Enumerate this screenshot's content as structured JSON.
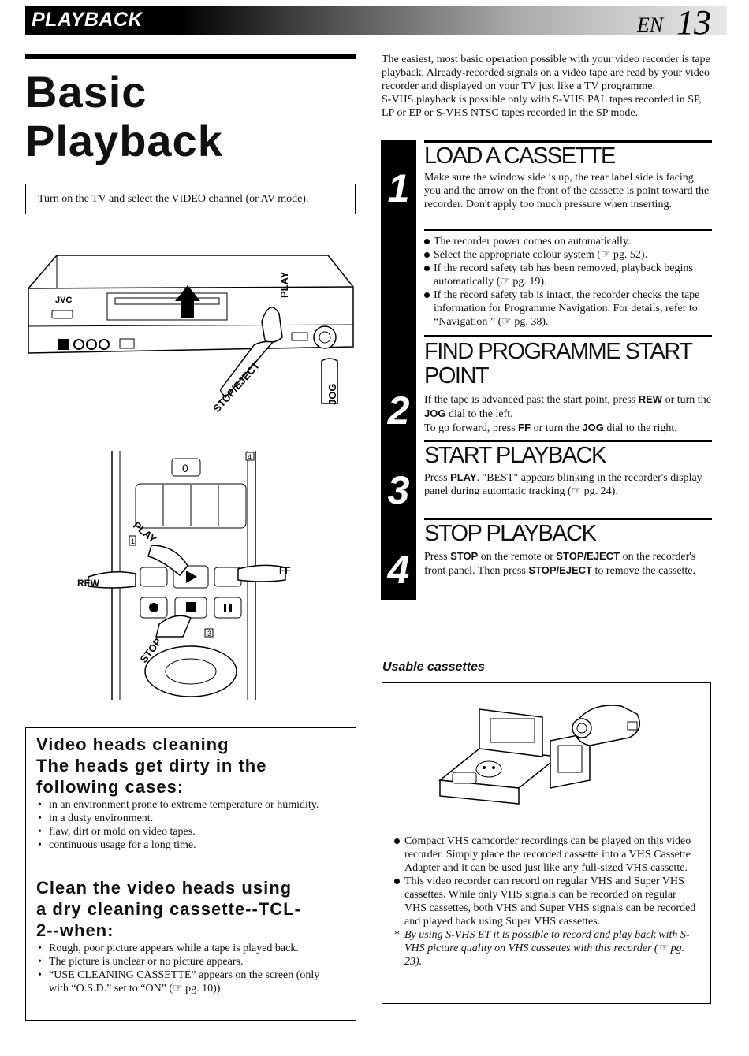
{
  "header": {
    "section": "PLAYBACK",
    "lang": "EN",
    "page_number": "13"
  },
  "title": {
    "line1": "Basic",
    "line2": "Playback"
  },
  "prep": "Turn on the TV and select the VIDEO channel (or AV mode).",
  "intro": {
    "p1": "The easiest, most basic operation possible with your video recorder is tape playback. Already-recorded signals on a video tape are read by your video recorder and displayed on your TV just like a TV programme.",
    "p2": "S-VHS playback is possible only with S-VHS PAL tapes recorded in SP, LP or EP or S-VHS NTSC tapes recorded in the SP mode."
  },
  "steps": [
    {
      "num": "1",
      "heading": "LOAD A CASSETTE",
      "text": "Make sure the window side is up, the rear label side is facing you and the arrow on the front of the cassette is point toward the recorder. Don't apply too much pressure when inserting.",
      "bullets": [
        "The recorder power comes on automatically.",
        "Select the appropriate colour system (☞ pg. 52).",
        "If the record safety tab has been removed, playback begins automatically (☞ pg. 19).",
        "If the record safety tab is intact, the recorder checks the tape information for Programme Navigation. For details, refer to “Navigation ” (☞ pg. 38)."
      ]
    },
    {
      "num": "2",
      "heading": "FIND PROGRAMME START POINT",
      "lines": {
        "a1": "If the tape is advanced past the start point, press ",
        "a_key": "REW",
        "a2": " or turn the ",
        "a_key2": "JOG",
        "a3": " dial to the left.",
        "b1": "To go forward, press ",
        "b_key": "FF",
        "b2": " or turn the ",
        "b_key2": "JOG",
        "b3": " dial to the right."
      }
    },
    {
      "num": "3",
      "heading": "START PLAYBACK",
      "lines": {
        "a1": "Press ",
        "a_key": "PLAY",
        "a2": ". \"BEST\" appears blinking in the recorder's display panel during automatic tracking (☞ pg. 24)."
      }
    },
    {
      "num": "4",
      "heading": "STOP PLAYBACK",
      "lines": {
        "a1": "Press ",
        "a_key": "STOP",
        "a2": " on the remote or ",
        "a_key2": "STOP/EJECT",
        "a3": " on the recorder's front panel. Then press ",
        "a_key3": "STOP/EJECT",
        "a4": " to remove the cassette."
      }
    }
  ],
  "usable": {
    "title": "Usable cassettes",
    "items": [
      "Compact VHS camcorder recordings can be played on this video recorder. Simply place the recorded cassette into a VHS Cassette Adapter and it can be used just like any full-sized VHS cassette.",
      "This video recorder can record on regular VHS and Super VHS cassettes. While only VHS signals can be recorded on regular VHS cassettes, both VHS and Super VHS signals can be recorded and played back using Super VHS cassettes."
    ],
    "note": "By using S-VHS ET it is possible to record and play back with S-VHS picture quality on VHS cassettes with this recorder (☞ pg. 23)."
  },
  "cleaning": {
    "heading1": [
      "Video heads cleaning",
      "The heads get dirty in the",
      "following cases:"
    ],
    "cases": [
      "in an environment prone to extreme temperature or humidity.",
      "in a dusty environment.",
      "flaw, dirt or mold on video tapes.",
      "continuous usage for a long time."
    ],
    "heading2": [
      "Clean the video heads using",
      "a dry cleaning cassette--TCL-",
      "2--when:"
    ],
    "when": [
      "Rough, poor picture appears while a tape is played back.",
      "The picture is unclear or no picture appears.",
      "“USE CLEANING CASSETTE” appears on the screen (only with “O.S.D.” set to “ON” (☞ pg. 10))."
    ]
  },
  "illustration_labels": {
    "brand": "JVC",
    "play": "PLAY",
    "stop_eject": "STOP/EJECT",
    "jog": "JOG",
    "remote_zero": "0",
    "remote_four": "4",
    "remote_one": "1",
    "remote_three": "3",
    "rew": "REW",
    "ff": "FF",
    "remote_play": "PLAY",
    "remote_stop": "STOP"
  }
}
